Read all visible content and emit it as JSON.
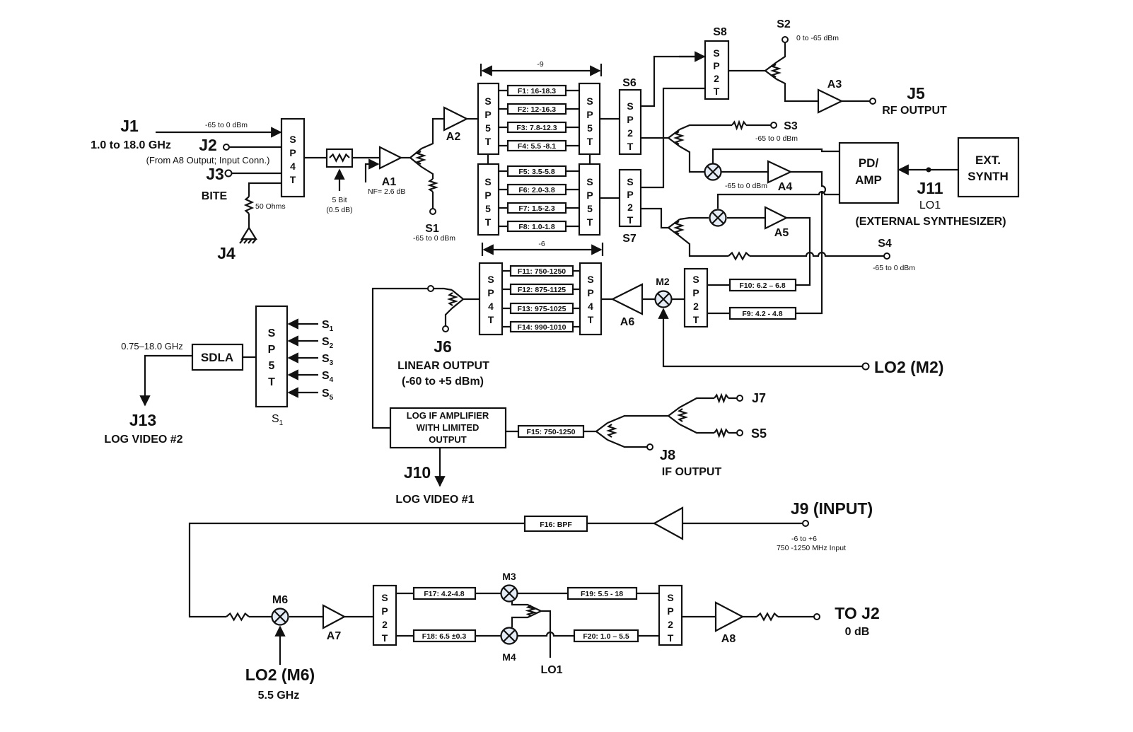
{
  "inputs": {
    "j1": "J1",
    "j1_range": "1.0 to 18.0 GHz",
    "j1_level": "-65 to 0 dBm",
    "j2": "J2",
    "j2_note": "(From A8 Output; Input Conn.)",
    "j3": "J3",
    "j3_note": "BITE",
    "j4": "J4",
    "term": "50 Ohms"
  },
  "front_end": {
    "sw_in": "SP4T",
    "atten": "5 Bit",
    "atten_step": "(0.5 dB)",
    "a1": "A1",
    "a1_nf": "NF= 2.6 dB",
    "a2": "A2",
    "s1": "S1",
    "s1_level": "-65 to 0 dBm"
  },
  "filter_bank": {
    "sw": "SP5T",
    "dim": "-9",
    "filters": [
      "F1: 16-18.3",
      "F2: 12-16.3",
      "F3: 7.8-12.3",
      "F4: 5.5 -8.1",
      "F5: 3.5-5.8",
      "F6: 2.0-3.8",
      "F7: 1.5-2.3",
      "F8: 1.0-1.8"
    ]
  },
  "switches": {
    "s6": "S6",
    "s7": "S7",
    "s8": "S8",
    "sp2t": "SP2T"
  },
  "rf_out": {
    "s2": "S2",
    "s2_level": "0 to -65 dBm",
    "a3": "A3",
    "j5": "J5",
    "j5_label": "RF OUTPUT",
    "s3": "S3",
    "s3_level": "-65 to 0 dBm",
    "a4": "A4",
    "a4_level": "-65 to 0 dBm",
    "a5": "A5",
    "s4": "S4",
    "s4_level": "-65 to 0 dBm"
  },
  "lo": {
    "pd_amp_1": "PD/",
    "pd_amp_2": "AMP",
    "ext_1": "EXT.",
    "ext_2": "SYNTH",
    "j11": "J11",
    "j11_l1": "LO1",
    "j11_l2": "(EXTERNAL SYNTHESIZER)"
  },
  "if_section": {
    "sw": "SP4T",
    "dim": "-6",
    "filters": [
      "F11: 750-1250",
      "F12: 875-1125",
      "F13: 975-1025",
      "F14: 990-1010"
    ],
    "a6": "A6",
    "m2": "M2",
    "lo2": "LO2 (M2)",
    "f10": "F10: 6.2 – 6.8",
    "f9": "F9: 4.2 - 4.8",
    "j6": "J6",
    "j6_l1": "LINEAR OUTPUT",
    "j6_l2": "(-60 to +5 dBm)",
    "log_amp": [
      "LOG IF AMPLIFIER",
      "WITH LIMITED",
      "OUTPUT"
    ],
    "j10": "J10",
    "j10_label": "LOG VIDEO #1",
    "f15": "F15: 750-1250",
    "j7": "J7",
    "s5": "S5",
    "j8": "J8",
    "j8_label": "IF OUTPUT"
  },
  "log_video2": {
    "range": "0.75–18.0 GHz",
    "sdla": "SDLA",
    "sw": "SP5T",
    "input_base": "S",
    "input_subs": [
      "1",
      "2",
      "3",
      "4",
      "5"
    ],
    "sw_label": "S",
    "sw_sub": "1",
    "j13": "J13",
    "j13_label": "LOG VIDEO #2"
  },
  "bite": {
    "f16": "F16: BPF",
    "j9": "J9 (INPUT)",
    "j9_l1": "-6 to +6",
    "j9_l2": "750 -1250 MHz Input",
    "m6": "M6",
    "lo2": "LO2 (M6)",
    "lo2_freq": "5.5 GHz",
    "a7": "A7",
    "sw": "SP2T",
    "f17": "F17: 4.2-4.8",
    "f18": "F18: 6.5 ±0.3",
    "f19": "F19: 5.5 - 18",
    "f20": "F20: 1.0 – 5.5",
    "m3": "M3",
    "m4": "M4",
    "lo1": "LO1",
    "a8": "A8",
    "to_j2": "TO J2",
    "to_j2_level": "0 dB"
  },
  "colors": {
    "line": "#111111",
    "mixer_fill": "#e6ecf6",
    "background": "#ffffff"
  }
}
